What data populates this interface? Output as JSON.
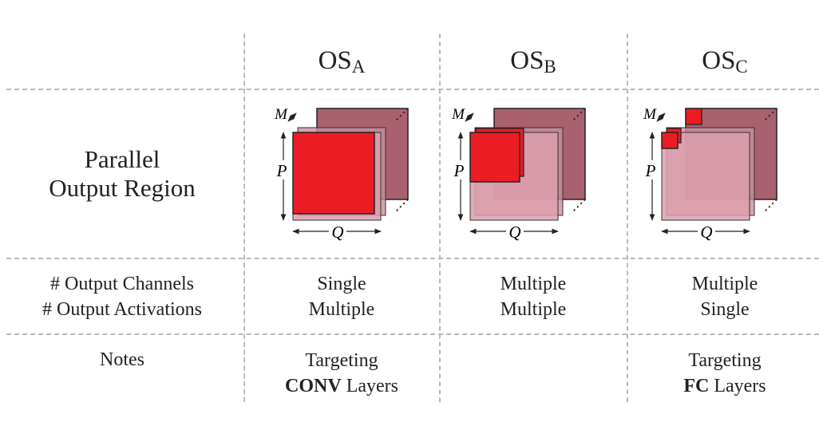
{
  "columns": [
    {
      "name": "OS",
      "sub": "A"
    },
    {
      "name": "OS",
      "sub": "B"
    },
    {
      "name": "OS",
      "sub": "C"
    }
  ],
  "rows": {
    "region": {
      "label_line1": "Parallel",
      "label_line2": "Output Region"
    },
    "counts": {
      "label_line1": "# Output Channels",
      "label_line2": "# Output Activations",
      "values": [
        {
          "channels": "Single",
          "activations": "Multiple"
        },
        {
          "channels": "Multiple",
          "activations": "Multiple"
        },
        {
          "channels": "Multiple",
          "activations": "Single"
        }
      ]
    },
    "notes": {
      "label": "Notes",
      "values": [
        {
          "line1": "Targeting",
          "bold": "CONV",
          "rest": " Layers"
        },
        {
          "line1": "",
          "bold": "",
          "rest": ""
        },
        {
          "line1": "Targeting",
          "bold": "FC",
          "rest": " Layers"
        }
      ]
    }
  },
  "diagram_labels": {
    "m": "M",
    "p": "P",
    "q": "Q"
  },
  "colors": {
    "back_plane": "#a9616f",
    "mid_plane": "#c98f9d",
    "front_plane": "#dd9fae",
    "highlight": "#ec1c24",
    "grid_line": "#b9b9b9"
  }
}
